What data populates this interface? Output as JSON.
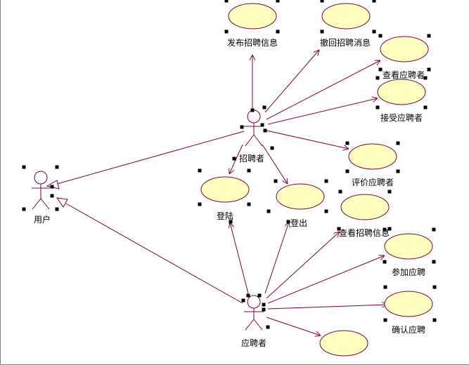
{
  "colors": {
    "line": "#800040",
    "usecase_fill": "#ffffc0",
    "usecase_stroke": "#800040",
    "actor_stroke": "#800040",
    "handle": "#000000",
    "text": "#000000"
  },
  "actors": {
    "user": "用户",
    "recruiter": "招聘者",
    "applicant": "应聘者"
  },
  "usecases": {
    "publish": "发布招聘信息",
    "withdraw": "撤回招聘消息",
    "view_applicants": "查看应聘者",
    "accept_applicant": "接受应聘者",
    "evaluate_applicant": "评价应聘者",
    "login": "登陆",
    "logout": "登出",
    "view_recruit_info": "查看招聘信息",
    "join_apply": "参加应聘",
    "confirm_apply": "确认应聘",
    "unnamed": ""
  }
}
